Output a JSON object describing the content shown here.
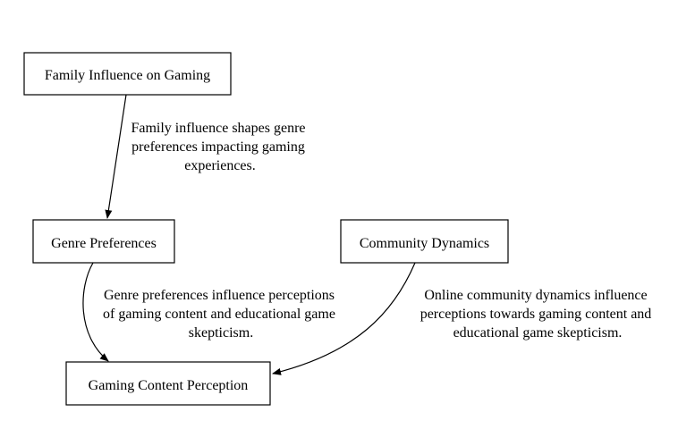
{
  "nodes": {
    "family": {
      "label": "Family Influence on Gaming"
    },
    "genre": {
      "label": "Genre Preferences"
    },
    "community": {
      "label": "Community Dynamics"
    },
    "perception": {
      "label": "Gaming Content Perception"
    }
  },
  "edges": {
    "family_genre": {
      "lines": [
        "Family influence shapes genre",
        "preferences impacting gaming",
        "experiences."
      ]
    },
    "genre_perception": {
      "lines": [
        "Genre preferences influence perceptions",
        "of gaming content and educational game",
        "skepticism."
      ]
    },
    "community_perception": {
      "lines": [
        "Online community dynamics influence",
        "perceptions towards gaming content and",
        "educational game skepticism."
      ]
    }
  },
  "colors": {
    "stroke": "#000000",
    "fill": "#ffffff"
  }
}
